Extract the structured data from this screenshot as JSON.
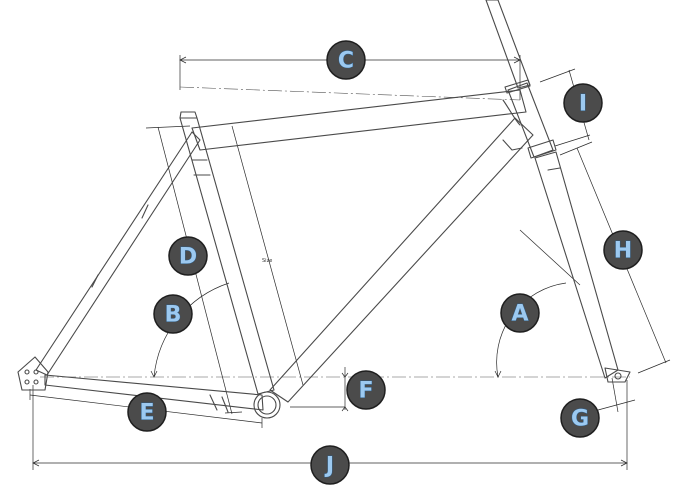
{
  "diagram": {
    "stroke_color": "#4a4a4a",
    "badge_fill": "#4b4b4b",
    "badge_text_color": "#9cc9f0",
    "size_label": "Size",
    "labels": {
      "A": "A",
      "B": "B",
      "C": "C",
      "D": "D",
      "E": "E",
      "F": "F",
      "G": "G",
      "H": "H",
      "I": "I",
      "J": "J"
    }
  }
}
